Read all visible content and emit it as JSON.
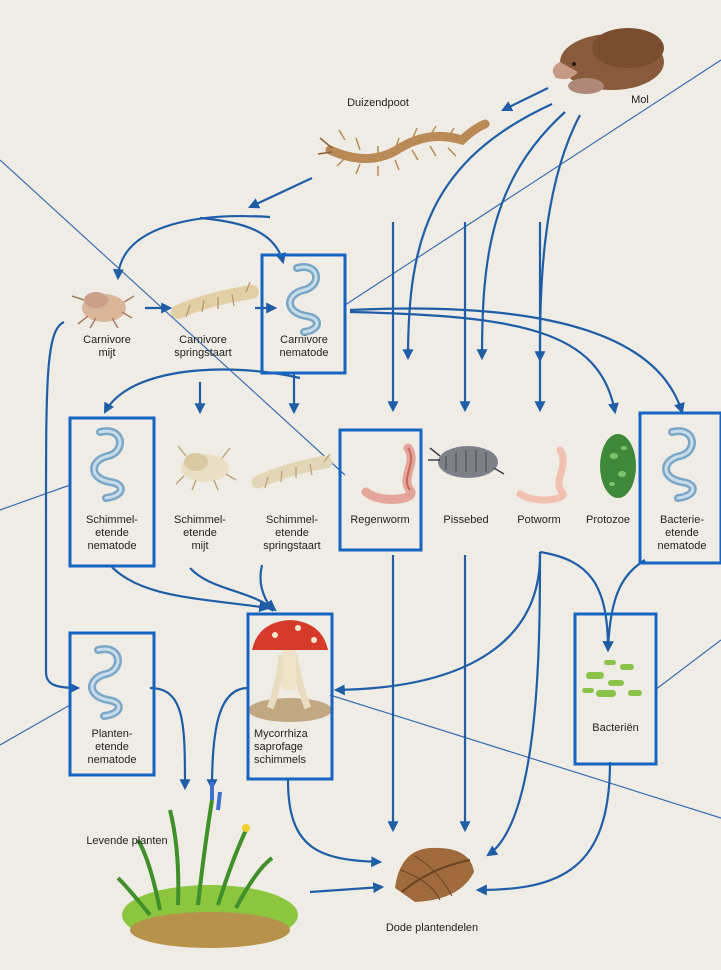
{
  "organisms": {
    "mol": "Mol",
    "duizendpoot": "Duizendpoot",
    "carnivore_mijt": "Carnivore\nmijt",
    "carnivore_springstaart": "Carnivore\nspringstaart",
    "carnivore_nematode": "Carnivore\nnematode",
    "schimmeletende_nematode": "Schimmel-\netende\nnematode",
    "schimmeletende_mijt": "Schimmel-\netende\nmijt",
    "schimmeletende_springstaart": "Schimmel-\netende\nspringstaart",
    "regenworm": "Regenworm",
    "pissebed": "Pissebed",
    "potworm": "Potworm",
    "protozoe": "Protozoe",
    "bacterie_etende_nematode": "Bacterie-\netende\nnematode",
    "planten_etende_nematode": "Planten-\netende\nnematode",
    "mycorrhiza": "Mycorrhiza\nsaprofage\nschimmels",
    "bacterien": "Bacteriën",
    "levende_planten": "Levende planten",
    "dode_plantendelen": "Dode plantendelen"
  },
  "colors": {
    "arrow": "#1f5ea6",
    "highlight_box": "#1565c0",
    "pointer_line": "#3a6fb0",
    "background": "#efece6"
  }
}
